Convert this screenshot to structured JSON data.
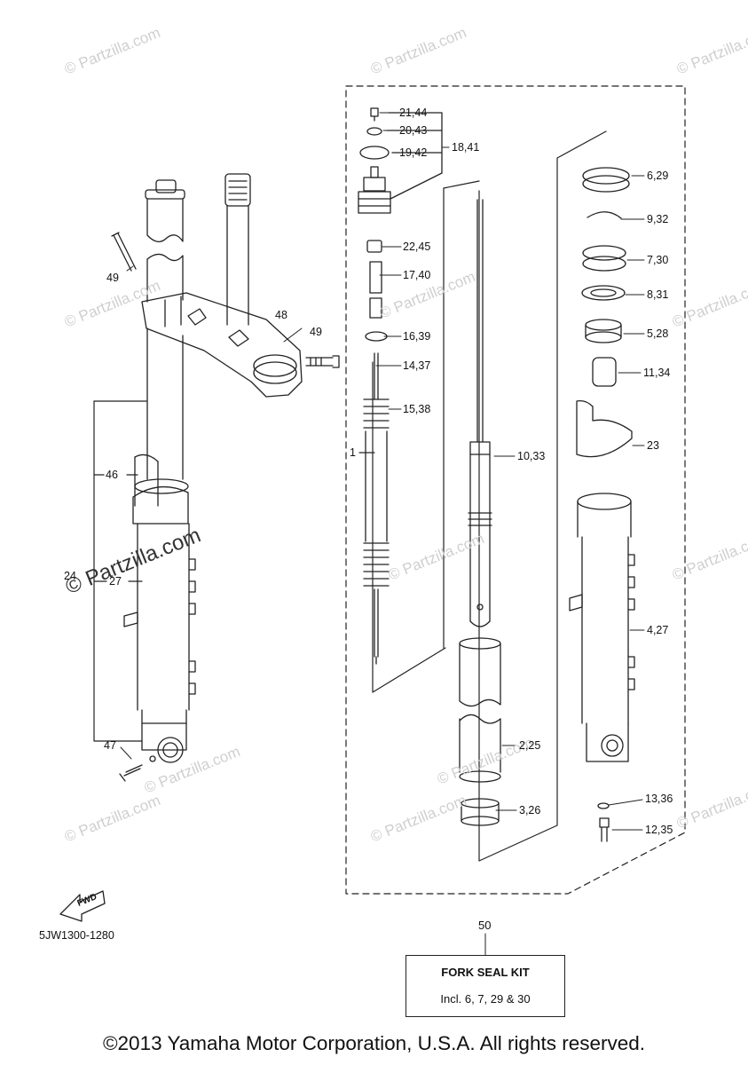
{
  "watermark": "© Partzilla.com",
  "diagram_code": "5JW1300-1280",
  "fwd_label": "FWD",
  "kit": {
    "ref": "50",
    "title": "FORK SEAL KIT",
    "note": "Incl. 6, 7, 29 & 30"
  },
  "copyright": "©2013 Yamaha Motor Corporation, U.S.A. All rights reserved.",
  "callouts": [
    {
      "id": "c-21-44",
      "text": "21,44"
    },
    {
      "id": "c-20-43",
      "text": "20,43"
    },
    {
      "id": "c-19-42",
      "text": "19,42"
    },
    {
      "id": "c-18-41",
      "text": "18,41"
    },
    {
      "id": "c-22-45",
      "text": "22,45"
    },
    {
      "id": "c-17-40",
      "text": "17,40"
    },
    {
      "id": "c-16-39",
      "text": "16,39"
    },
    {
      "id": "c-14-37",
      "text": "14,37"
    },
    {
      "id": "c-15-38",
      "text": "15,38"
    },
    {
      "id": "c-1",
      "text": "1"
    },
    {
      "id": "c-10-33",
      "text": "10,33"
    },
    {
      "id": "c-2-25",
      "text": "2,25"
    },
    {
      "id": "c-3-26",
      "text": "3,26"
    },
    {
      "id": "c-6-29",
      "text": "6,29"
    },
    {
      "id": "c-9-32",
      "text": "9,32"
    },
    {
      "id": "c-7-30",
      "text": "7,30"
    },
    {
      "id": "c-8-31",
      "text": "8,31"
    },
    {
      "id": "c-5-28",
      "text": "5,28"
    },
    {
      "id": "c-11-34",
      "text": "11,34"
    },
    {
      "id": "c-23",
      "text": "23"
    },
    {
      "id": "c-4-27",
      "text": "4,27"
    },
    {
      "id": "c-13-36",
      "text": "13,36"
    },
    {
      "id": "c-12-35",
      "text": "12,35"
    },
    {
      "id": "c-49a",
      "text": "49"
    },
    {
      "id": "c-49b",
      "text": "49"
    },
    {
      "id": "c-48",
      "text": "48"
    },
    {
      "id": "c-46",
      "text": "46"
    },
    {
      "id": "c-24",
      "text": "24"
    },
    {
      "id": "c-27",
      "text": "27"
    },
    {
      "id": "c-47",
      "text": "47"
    }
  ]
}
